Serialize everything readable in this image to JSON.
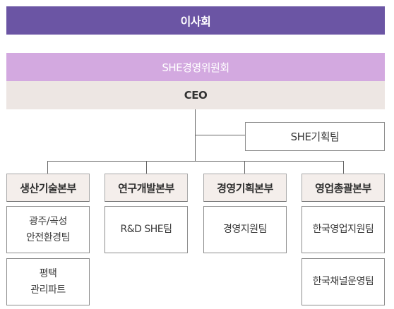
{
  "board": "이사회",
  "she_committee": "SHE경영위원회",
  "ceo": "CEO",
  "she_planning_team": "SHE기획팀",
  "divisions": [
    {
      "name": "생산기술본부",
      "teams": [
        [
          "광주/곡성",
          "안전환경팀"
        ],
        [
          "평택",
          "관리파트"
        ]
      ]
    },
    {
      "name": "연구개발본부",
      "teams": [
        [
          "R&D SHE팀"
        ]
      ]
    },
    {
      "name": "경영기획본부",
      "teams": [
        [
          "경영지원팀"
        ]
      ]
    },
    {
      "name": "영업총괄본부",
      "teams": [
        [
          "한국영업지원팀"
        ],
        [
          "한국채널운영팀"
        ]
      ]
    }
  ]
}
